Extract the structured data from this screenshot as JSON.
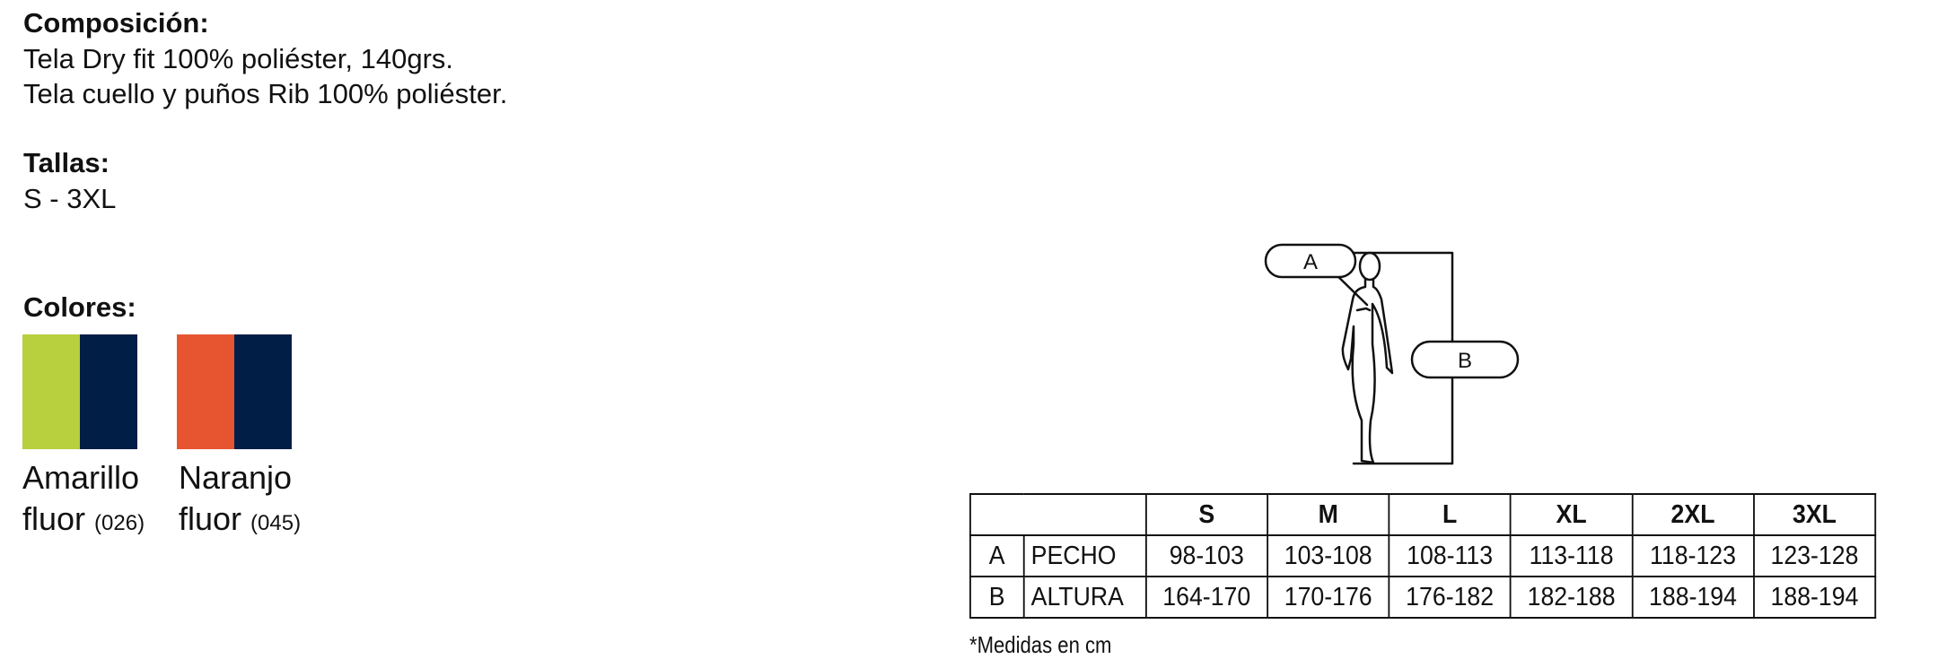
{
  "composition": {
    "heading": "Composición:",
    "lines": [
      "Tela Dry fit 100% poliéster, 140grs.",
      "Tela cuello y puños Rib 100% poliéster."
    ]
  },
  "sizes_info": {
    "heading": "Tallas:",
    "value": "S - 3XL"
  },
  "colors": {
    "heading": "Colores:",
    "items": [
      {
        "name_line1": "Amarillo",
        "name_line2": "fluor",
        "code": "(026)",
        "primary": "#B8CF3E",
        "secondary": "#011E46"
      },
      {
        "name_line1": "Naranjo",
        "name_line2": "fluor",
        "code": "(045)",
        "primary": "#E75530",
        "secondary": "#011E46"
      }
    ]
  },
  "figure": {
    "label_a": "A",
    "label_b": "B"
  },
  "size_table": {
    "columns": [
      "S",
      "M",
      "L",
      "XL",
      "2XL",
      "3XL"
    ],
    "rows": [
      {
        "key": "A",
        "label": "PECHO",
        "values": [
          "98-103",
          "103-108",
          "108-113",
          "113-118",
          "118-123",
          "123-128"
        ]
      },
      {
        "key": "B",
        "label": "ALTURA",
        "values": [
          "164-170",
          "170-176",
          "176-182",
          "182-188",
          "188-194",
          "188-194"
        ]
      }
    ],
    "note": "*Medidas en cm"
  }
}
